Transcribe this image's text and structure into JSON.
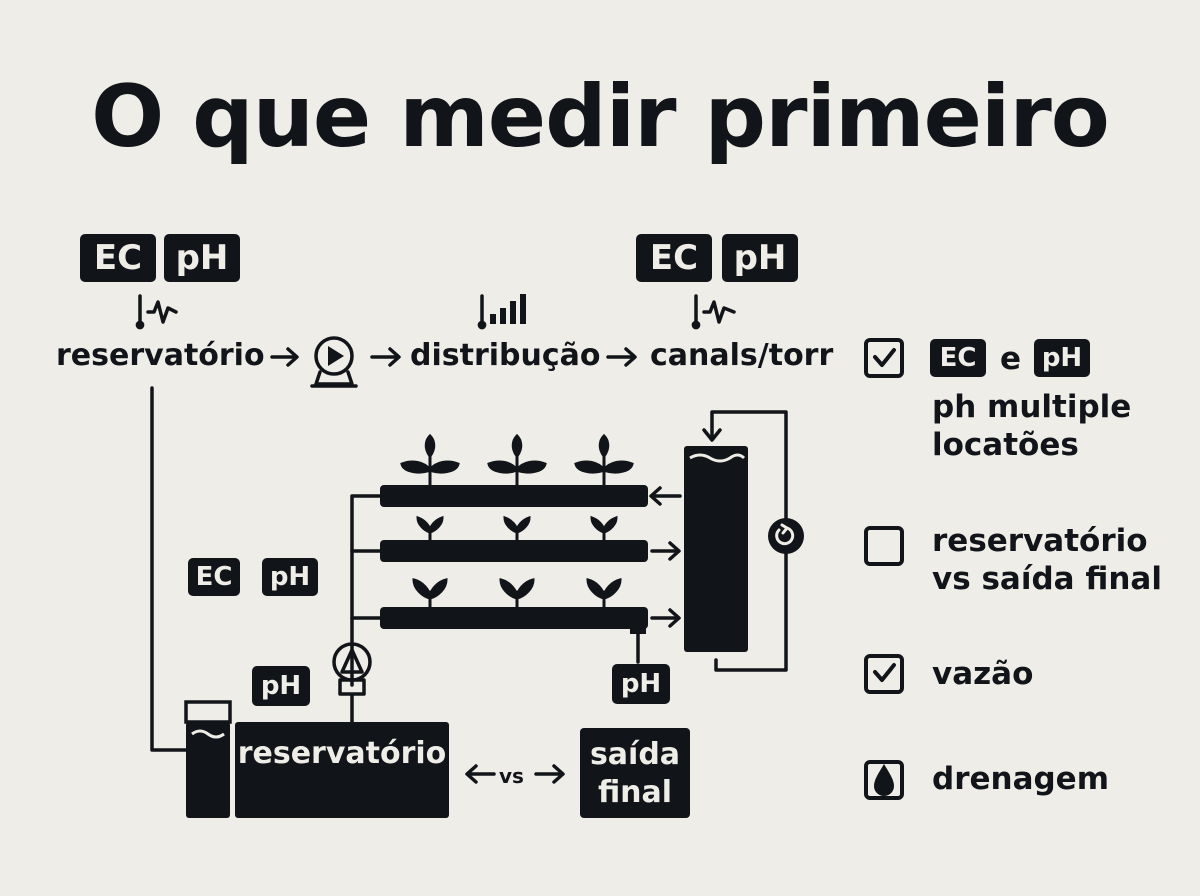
{
  "title": "O que medir primeiro",
  "top_flow": {
    "left_tags": [
      "EC",
      "pH"
    ],
    "right_tags": [
      "EC",
      "pH"
    ],
    "labels": [
      "reservatório",
      "distribução",
      "canals/torr"
    ],
    "icons": [
      "sensor-wave-icon",
      "pump-play-icon",
      "sensor-bars-icon",
      "sensor-wave-icon"
    ]
  },
  "system": {
    "mid_tags": [
      "EC",
      "pH"
    ],
    "pump_tag": "pH",
    "outlet_tag": "pH",
    "reservoir_label": "reservatório",
    "vs_label": "vs",
    "output_label_line1": "saída",
    "output_label_line2": "final",
    "channels_count": 3
  },
  "checklist": [
    {
      "checked": true,
      "tags": [
        "EC",
        "pH"
      ],
      "joiner": "e",
      "text_line1": "ph multiple",
      "text_line2": "locatões"
    },
    {
      "checked": false,
      "text_line1": "reservatório",
      "text_line2": "vs saída final"
    },
    {
      "checked": true,
      "text_line1": "vazão"
    },
    {
      "checked": false,
      "icon": "drop-icon",
      "text_line1": "drenagem"
    }
  ],
  "colors": {
    "background": "#efede8",
    "ink": "#111418"
  }
}
